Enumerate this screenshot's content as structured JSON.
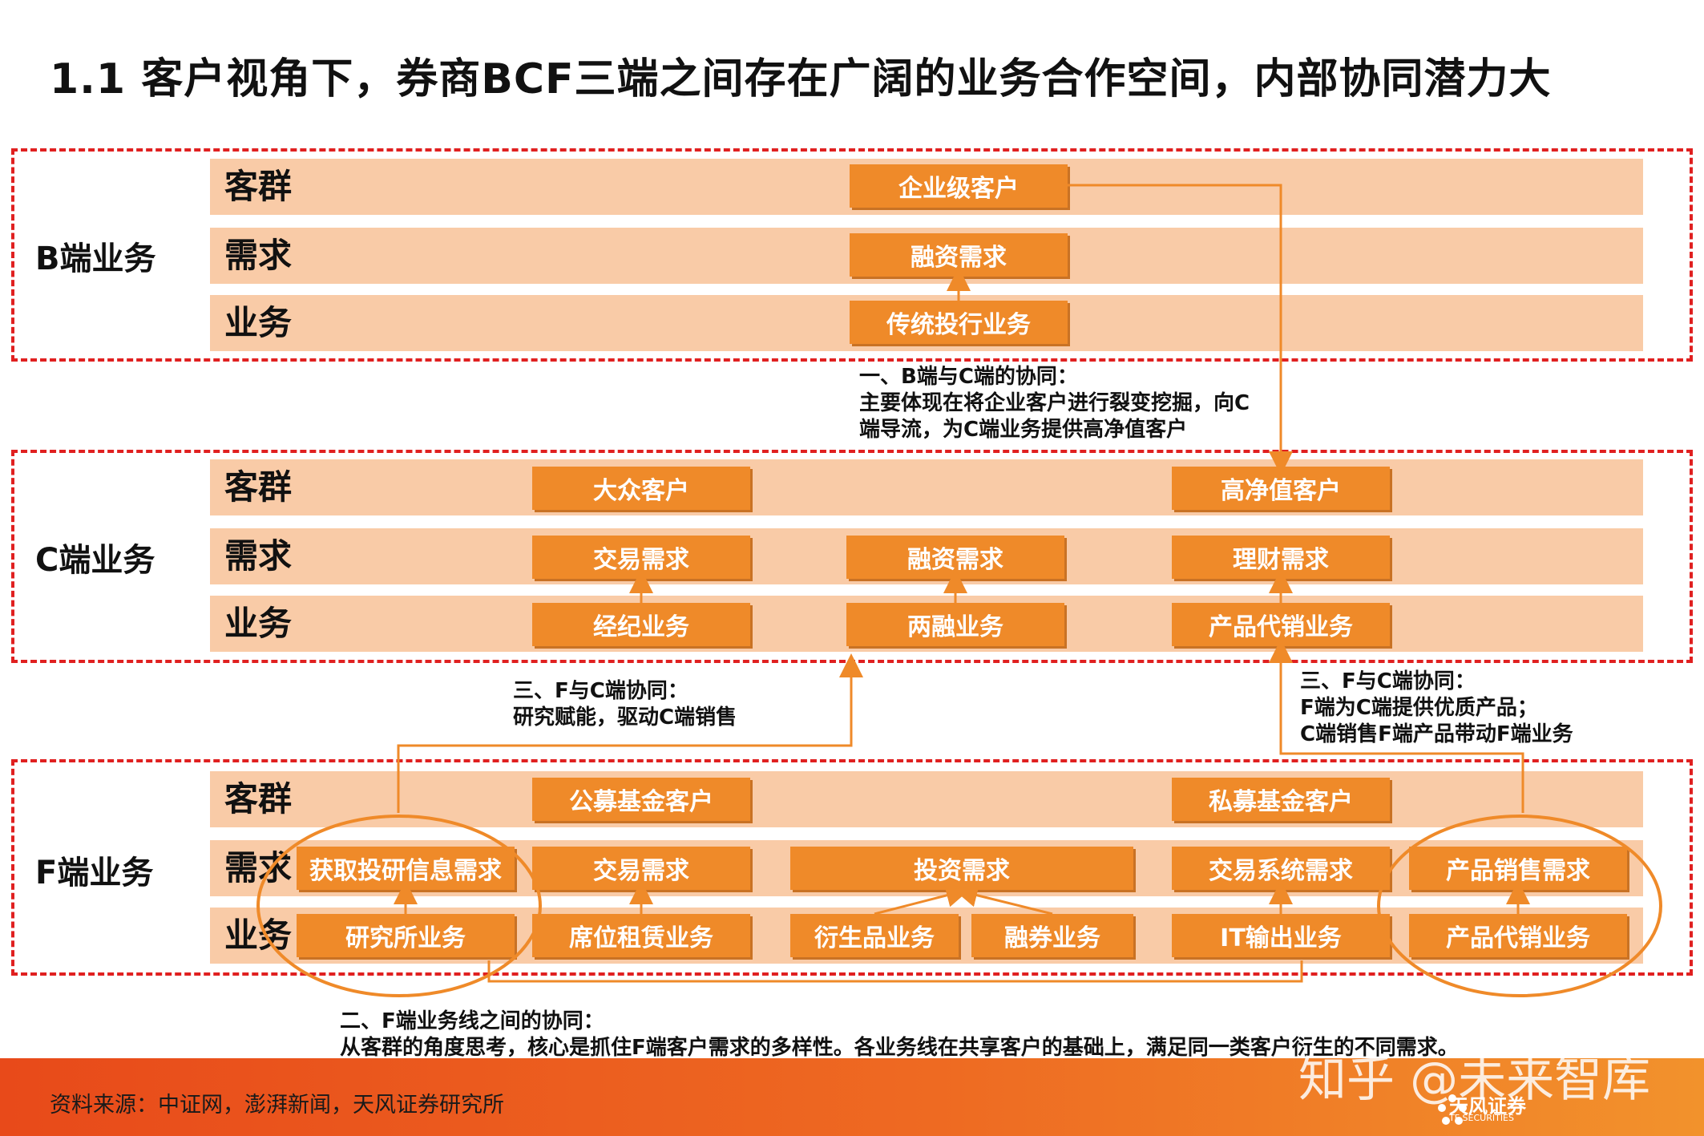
{
  "title": "1.1 客户视角下，券商BCF三端之间存在广阔的业务合作空间，内部协同潜力大",
  "row_labels": {
    "clients": "客群",
    "needs": "需求",
    "business": "业务"
  },
  "b_segment": {
    "label": "B端业务",
    "clients": [
      "企业级客户"
    ],
    "needs": [
      "融资需求"
    ],
    "business": [
      "传统投行业务"
    ]
  },
  "c_segment": {
    "label": "C端业务",
    "clients": [
      "大众客户",
      "高净值客户"
    ],
    "needs": [
      "交易需求",
      "融资需求",
      "理财需求"
    ],
    "business": [
      "经纪业务",
      "两融业务",
      "产品代销业务"
    ]
  },
  "f_segment": {
    "label": "F端业务",
    "clients": [
      "公募基金客户",
      "私募基金客户"
    ],
    "needs": [
      "获取投研信息需求",
      "交易需求",
      "投资需求",
      "交易系统需求",
      "产品销售需求"
    ],
    "business": [
      "研究所业务",
      "席位租赁业务",
      "衍生品业务",
      "融券业务",
      "IT输出业务",
      "产品代销业务"
    ]
  },
  "notes": {
    "bc": [
      "一、B端与C端的协同：",
      "主要体现在将企业客户进行裂变挖掘，向C",
      "端导流，为C端业务提供高净值客户"
    ],
    "fc_left": [
      "三、F与C端协同：",
      "研究赋能，驱动C端销售"
    ],
    "fc_right": [
      "三、F与C端协同：",
      "F端为C端提供优质产品；",
      "C端销售F端产品带动F端业务"
    ],
    "ff": [
      "二、F端业务线之间的协同：",
      "从客群的角度思考，核心是抓住F端客户需求的多样性。各业务线在共享客户的基础上，满足同一类客户衍生的不同需求。"
    ]
  },
  "footer": {
    "source": "资料来源：中证网，澎湃新闻，天风证券研究所",
    "watermark": "知乎 @未来智库",
    "logo": "天风证券",
    "logo_sub": "TF SECURITIES"
  },
  "colors": {
    "box": "#ef8a29",
    "band": "#f9cba7",
    "dashed_border": "#e02020",
    "arrow": "#ef8a29",
    "footer": "#ee6a22"
  }
}
